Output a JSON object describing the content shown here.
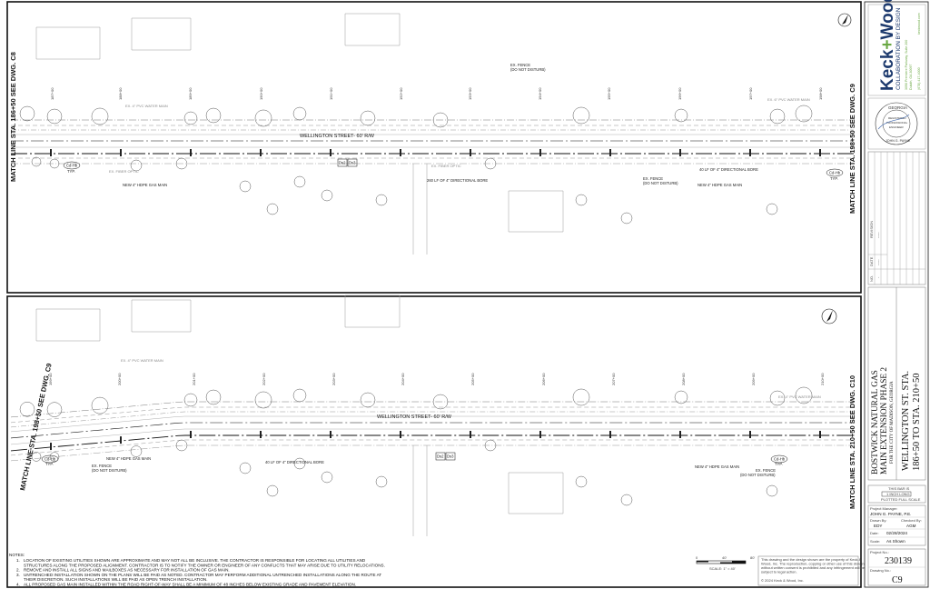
{
  "top_plan": {
    "street_label": "WELLINGTON STREET- 60' R/W",
    "match_left": "MATCH LINE STA. 186+50 SEE DWG. C8",
    "match_right": "MATCH LINE STA. 198+50 SEE DWG. C9",
    "stations": [
      "187+00",
      "188+00",
      "189+00",
      "190+00",
      "191+00",
      "192+00",
      "193+00",
      "194+00",
      "195+00",
      "196+00",
      "197+00",
      "198+00"
    ],
    "labels": {
      "water_main_1": "EX. 4\" PVC WATER MAIN",
      "water_main_2": "EX. 6\" PVC WATER MAIN",
      "fiber_1": "EX. FIBER OPTIC",
      "fiber_2": "EX. FIBER OPTIC",
      "gas_main_1": "NEW 4\" HDPE GAS MAIN",
      "gas_main_2": "NEW 4\" HDPE GAS MAIN",
      "fence_1_a": "EX. FENCE",
      "fence_1_b": "(DO NOT DISTURB)",
      "fence_2_a": "EX. FENCE",
      "fence_2_b": "(DO NOT DISTURB)",
      "bore_1": "260 LF OF 4\" DIRECTIONAL BORE",
      "bore_2": "40 LF OF 4\" DIRECTIONAL BORE",
      "detail_1": "Cd-Hb",
      "detail_2": "Cd-Hb",
      "typ": "TYP.",
      "ds2": "Ds2",
      "ds3": "Ds3"
    }
  },
  "bottom_plan": {
    "street_label": "WELLINGTON STREET- 60' R/W",
    "match_left": "MATCH LINE STA. 198+50 SEE DWG. C9",
    "match_right": "MATCH LINE STA. 210+50 SEE DWG. C10",
    "stations": [
      "199+00",
      "200+00",
      "201+00",
      "202+00",
      "203+00",
      "204+00",
      "205+00",
      "206+00",
      "207+00",
      "208+00",
      "209+00",
      "210+00"
    ],
    "labels": {
      "water_main_1": "EX. 4\" PVC WATER MAIN",
      "water_main_2": "EX. 4\" PVC WATER MAIN",
      "gas_main_1": "NEW 4\" HDPE GAS MAIN",
      "gas_main_2": "NEW 4\" HDPE GAS MAIN",
      "fence_1_a": "EX. FENCE",
      "fence_1_b": "(DO NOT DISTURB)",
      "fence_2_a": "EX. FENCE",
      "fence_2_b": "(DO NOT DISTURB)",
      "bore_1": "40 LF OF 4\" DIRECTIONAL BORE",
      "detail_1": "Cd-Hb",
      "detail_2": "Cd-Hb",
      "typ": "TYP.",
      "ds2": "Ds2",
      "ds3": "Ds3"
    }
  },
  "notes": {
    "title": "NOTES:",
    "items": [
      {
        "num": "1.",
        "lines": [
          "LOCATION OF EXISTING UTILITIES SHOWN ARE APPROXIMATE AND MAY NOT ALL BE INCLUSIVE. THE CONTRACTOR IS RESPONSIBLE FOR LOCATING ALL UTILITIES AND",
          "STRUCTURES ALONG THE PROPOSED ALIGNMENT. CONTRACTOR IS TO NOTIFY THE OWNER OR ENGINEER OF ANY CONFLICTS THAT MAY ARISE DUE TO UTILITY RELOCATIONS."
        ]
      },
      {
        "num": "2.",
        "lines": [
          "REMOVE AND INSTALL ALL SIGNS AND MAILBOXES AS NECESSARY FOR INSTALLATION OF GAS MAIN."
        ]
      },
      {
        "num": "3.",
        "lines": [
          "UNTRENCHED INSTALLATION SHOWN ON THE PLANS WILL BE PAID AS NOTED. CONTRACTOR MAY PERFORM ADDITIONAL UNTRENCHED INSTALLATIONS ALONG THE ROUTE AT",
          "THEIR DISCRETION. SUCH INSTALLATIONS WILL BE PAID AS OPEN TRENCH INSTALLATION."
        ]
      },
      {
        "num": "4.",
        "lines": [
          "ALL PROPOSED GAS MAIN INSTALLED WITHIN THE ROAD RIGHT-OF-WAY SHALL BE A MINIMUM OF 48 INCHES BELOW EXISTING GRADE AND PAVEMENT ELEVATION."
        ]
      }
    ]
  },
  "scale_bar": {
    "ticks": [
      "0",
      "40'",
      "80'"
    ],
    "label": "SCALE: 1\" = 40'"
  },
  "copyright": {
    "lines": [
      "This drawing and the design shown are the property of Keck &",
      "Wood, Inc. The reproduction, copying or other use of this drawing",
      "without written consent is prohibited and any infringement will be",
      "subject to legal action."
    ],
    "notice": "© 2024 Keck & Wood, Inc."
  },
  "title_block": {
    "company": {
      "name_a": "Keck",
      "plus": "+",
      "name_b": "Wood",
      "tagline": "COLLABORATION BY DESIGN",
      "address_1": "3090 Premiere Parkway, Suite 200",
      "address_2": "Duluth, GA 30097",
      "phone": "(678) 417-4000",
      "web": "keckwood.com",
      "brand_color": "#1d3a6e",
      "accent_color": "#6aa843"
    },
    "seal": {
      "top": "GEORGIA",
      "line1": "REGISTERED",
      "line2": "PROFESSIONAL",
      "line3": "ENGINEER",
      "bottom": "JOHN G. PAYNE"
    },
    "revision": {
      "headers": [
        "NO.",
        "DATE",
        "REVISION"
      ],
      "row1": [
        "-",
        "-----",
        "-----"
      ]
    },
    "project_title": {
      "line1": "BOSTWICK NATURAL GAS",
      "line2": "MAIN EXTENSION PHASE 2",
      "line3": "FOR THE CITY OF MADISON, GEORGIA"
    },
    "sheet_title": {
      "line1": "WELLINGTON ST. STA.",
      "line2": "186+50 TO STA. 210+50"
    },
    "bar_check": {
      "line1": "THIS BAR IS",
      "line2": "1 INCH LONG",
      "line3": "PLOTTED FULL SCALE"
    },
    "project_manager_label": "Project Manager:",
    "project_manager": "JOHN G. PAYNE, P.E.",
    "drawn_by_label": "Drawn By:",
    "drawn_by": "EDY",
    "checked_by_label": "Checked By:",
    "checked_by": "AGM",
    "date_label": "Date:",
    "date": "02/28/2024",
    "scale_label": "Scale:",
    "scale": "As Shown",
    "project_no_label": "Project No.:",
    "project_no": "230139",
    "drawing_no_label": "Drawing No.:",
    "drawing_no": "C9"
  }
}
